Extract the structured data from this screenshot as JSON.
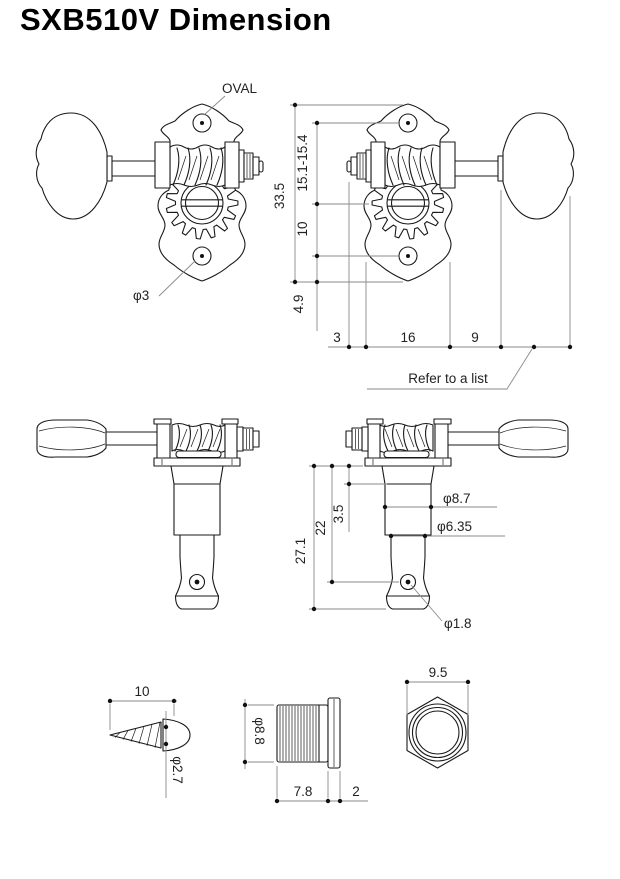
{
  "title": "SXB510V Dimension",
  "front_view": {
    "oval_label": "OVAL",
    "screw_hole_label": "φ3",
    "dim_plate_height": "33.5",
    "dim_hole_span": "15.1-15.4",
    "dim_gear_to_hole": "10",
    "dim_hole_to_edge": "4.9",
    "dim_peg_protrusion": "3",
    "dim_plate_width": "16",
    "dim_shaft_length": "9",
    "note": "Refer to a list"
  },
  "side_view": {
    "dim_post_length": "27.1",
    "dim_to_string_hole": "22",
    "dim_collar": "3.5",
    "dim_post_upper_dia": "φ8.7",
    "dim_post_dia": "φ6.35",
    "dim_string_hole_dia": "φ1.8"
  },
  "screw": {
    "dim_length": "10",
    "dim_dia": "φ2.7"
  },
  "bushing": {
    "dim_dia": "φ8.8",
    "dim_body": "7.8",
    "dim_flange": "2"
  },
  "nut": {
    "dim_width": "9.5"
  }
}
